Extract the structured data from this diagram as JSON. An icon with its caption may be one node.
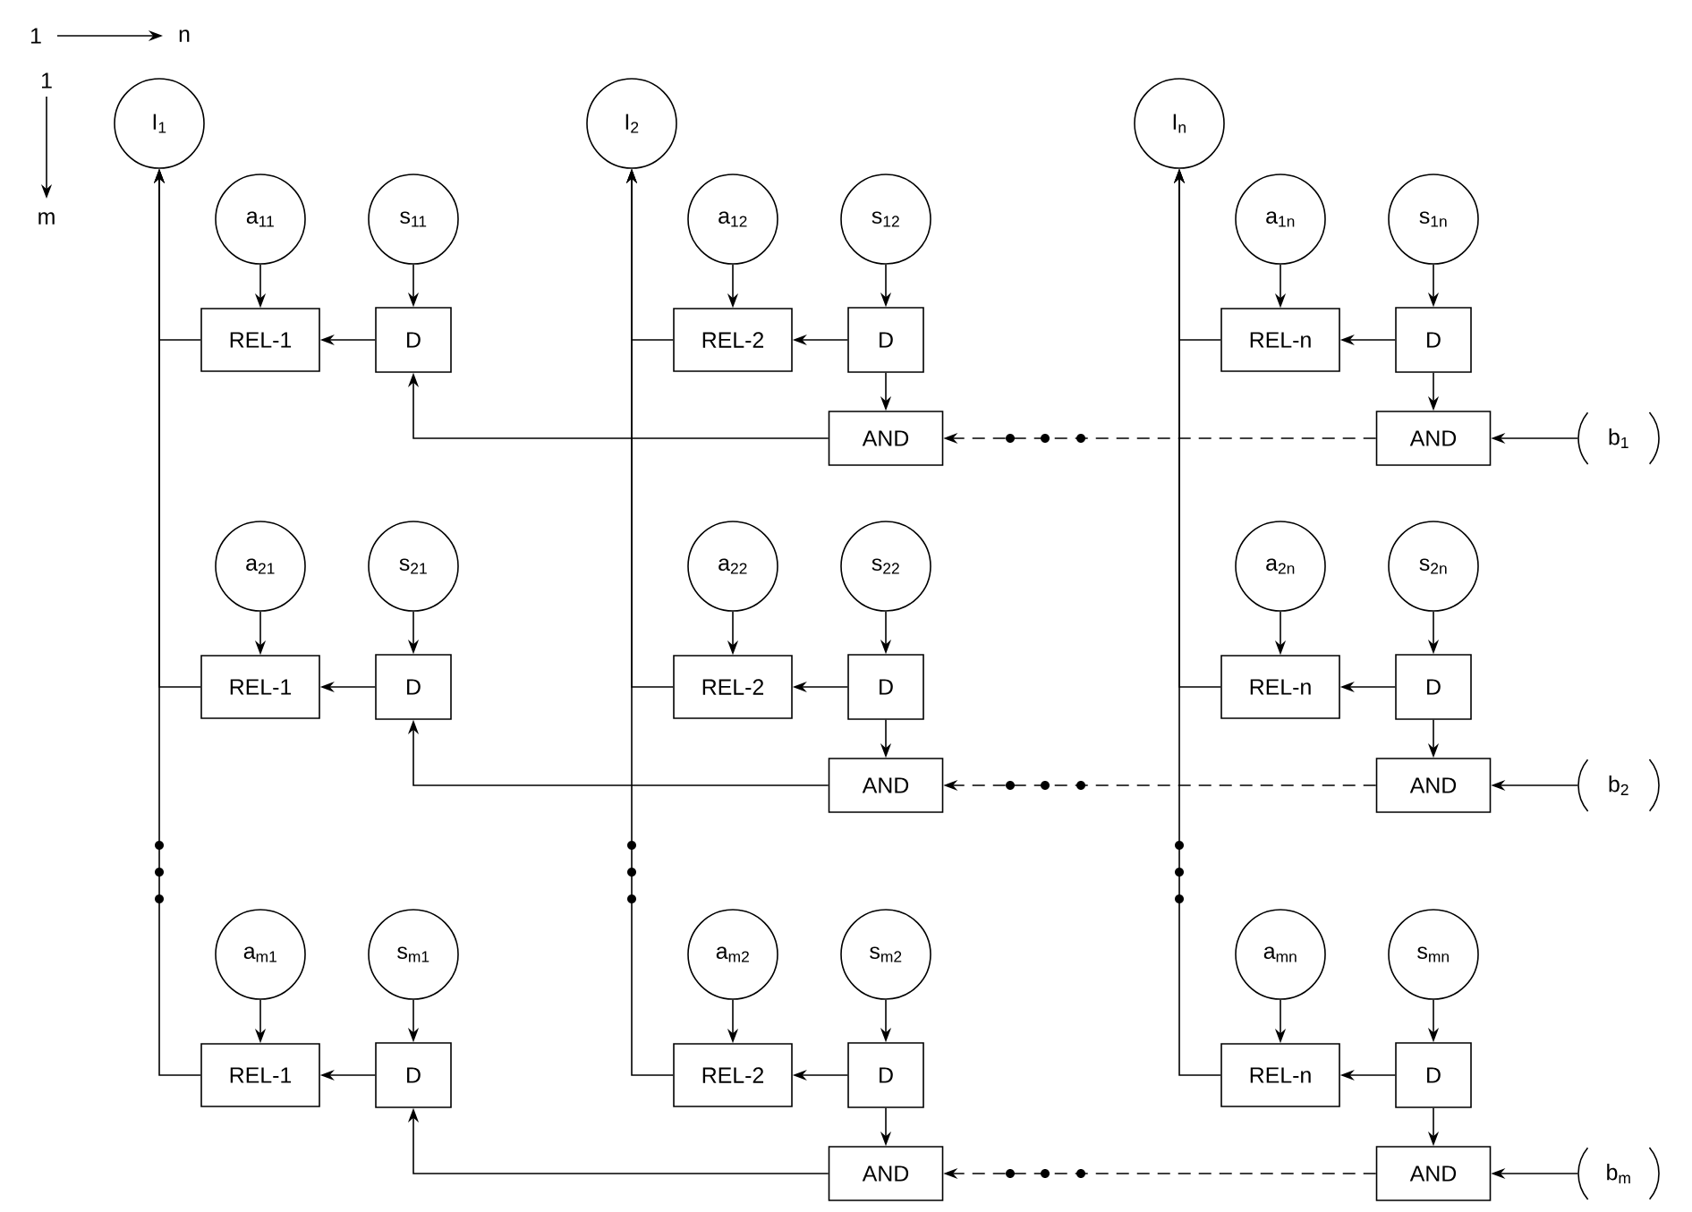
{
  "diagram": {
    "nodes": [
      {
        "text": [
          "I$_{1}$"
        ]
      },
      {
        "text": [
          "I$_{2}$"
        ]
      },
      {
        "text": [
          "I$_{n}$"
        ]
      },
      {
        "text": [
          "a$_{11}$"
        ]
      },
      {
        "text": [
          "s$_{11}$"
        ]
      },
      {
        "text": [
          "REL-1"
        ]
      },
      {
        "text": [
          "D"
        ]
      },
      {
        "text": [
          "a$_{12}$"
        ]
      },
      {
        "text": [
          "s$_{12}$"
        ]
      },
      {
        "text": [
          "REL-2"
        ]
      },
      {
        "text": [
          "D"
        ]
      },
      {
        "text": [
          "a$_{1n}$"
        ]
      },
      {
        "text": [
          "s$_{1n}$"
        ]
      },
      {
        "text": [
          "REL-n"
        ]
      },
      {
        "text": [
          "D"
        ]
      },
      {
        "text": [
          "a$_{21}$"
        ]
      },
      {
        "text": [
          "s$_{21}$"
        ]
      },
      {
        "text": [
          "REL-1"
        ]
      },
      {
        "text": [
          "D"
        ]
      },
      {
        "text": [
          "a$_{22}$"
        ]
      },
      {
        "text": [
          "s$_{22}$"
        ]
      },
      {
        "text": [
          "REL-2"
        ]
      },
      {
        "text": [
          "D"
        ]
      },
      {
        "text": [
          "a$_{2n}$"
        ]
      },
      {
        "text": [
          "s$_{2n}$"
        ]
      },
      {
        "text": [
          "REL-n"
        ]
      },
      {
        "text": [
          "D"
        ]
      },
      {
        "text": [
          "a$_{m1}$"
        ]
      },
      {
        "text": [
          "s$_{m1}$"
        ]
      },
      {
        "text": [
          "REL-1"
        ]
      },
      {
        "text": [
          "D"
        ]
      },
      {
        "text": [
          "a$_{m2}$"
        ]
      },
      {
        "text": [
          "s$_{m2}$"
        ]
      },
      {
        "text": [
          "REL-2"
        ]
      },
      {
        "text": [
          "D"
        ]
      },
      {
        "text": [
          "a$_{mn}$"
        ]
      },
      {
        "text": [
          "s$_{mn}$"
        ]
      },
      {
        "text": [
          "REL-n"
        ]
      },
      {
        "text": [
          "D"
        ]
      },
      {
        "text": [
          "AND"
        ]
      },
      {
        "text": [
          "AND"
        ]
      },
      {
        "text": [
          "AND"
        ]
      },
      {
        "text": [
          "AND"
        ]
      },
      {
        "text": [
          "AND"
        ]
      },
      {
        "text": [
          "AND"
        ]
      },
      {
        "text": [
          "b$_{1}$"
        ]
      },
      {
        "text": [
          "b$_{2}$"
        ]
      },
      {
        "text": [
          "b$_{m}$"
        ]
      }
    ],
    "edges": [
      {
        "from": 3,
        "to": 5,
        "arrow": "to"
      },
      {
        "from": 4,
        "to": 6,
        "arrow": "to"
      },
      {
        "from": 6,
        "to": 5,
        "arrow": "to"
      },
      {
        "from": 5,
        "to": 0,
        "arrow": "to"
      },
      {
        "from": 7,
        "to": 9,
        "arrow": "to"
      },
      {
        "from": 8,
        "to": 10,
        "arrow": "to"
      },
      {
        "from": 10,
        "to": 9,
        "arrow": "to"
      },
      {
        "from": 9,
        "to": 1,
        "arrow": "to"
      },
      {
        "from": 11,
        "to": 13,
        "arrow": "to"
      },
      {
        "from": 12,
        "to": 14,
        "arrow": "to"
      },
      {
        "from": 14,
        "to": 13,
        "arrow": "to"
      },
      {
        "from": 13,
        "to": 2,
        "arrow": "to"
      },
      {
        "from": 15,
        "to": 17,
        "arrow": "to"
      },
      {
        "from": 16,
        "to": 18,
        "arrow": "to"
      },
      {
        "from": 18,
        "to": 17,
        "arrow": "to"
      },
      {
        "from": 17,
        "to": 0,
        "arrow": "to"
      },
      {
        "from": 19,
        "to": 21,
        "arrow": "to"
      },
      {
        "from": 20,
        "to": 22,
        "arrow": "to"
      },
      {
        "from": 22,
        "to": 21,
        "arrow": "to"
      },
      {
        "from": 21,
        "to": 1,
        "arrow": "to"
      },
      {
        "from": 23,
        "to": 25,
        "arrow": "to"
      },
      {
        "from": 24,
        "to": 26,
        "arrow": "to"
      },
      {
        "from": 26,
        "to": 25,
        "arrow": "to"
      },
      {
        "from": 25,
        "to": 2,
        "arrow": "to"
      },
      {
        "from": 27,
        "to": 29,
        "arrow": "to"
      },
      {
        "from": 28,
        "to": 30,
        "arrow": "to"
      },
      {
        "from": 30,
        "to": 29,
        "arrow": "to"
      },
      {
        "from": 29,
        "to": 0,
        "arrow": "to"
      },
      {
        "from": 31,
        "to": 33,
        "arrow": "to"
      },
      {
        "from": 32,
        "to": 34,
        "arrow": "to"
      },
      {
        "from": 34,
        "to": 33,
        "arrow": "to"
      },
      {
        "from": 33,
        "to": 1,
        "arrow": "to"
      },
      {
        "from": 35,
        "to": 37,
        "arrow": "to"
      },
      {
        "from": 36,
        "to": 38,
        "arrow": "to"
      },
      {
        "from": 38,
        "to": 37,
        "arrow": "to"
      },
      {
        "from": 37,
        "to": 2,
        "arrow": "to"
      },
      {
        "from": 10,
        "to": 39,
        "arrow": "to"
      },
      {
        "from": 14,
        "to": 40,
        "arrow": "to"
      },
      {
        "from": 39,
        "to": 6,
        "arrow": "to"
      },
      {
        "from": 40,
        "to": 39,
        "arrow": "to",
        "style": "dashed"
      },
      {
        "from": 45,
        "to": 40,
        "arrow": "to"
      },
      {
        "from": 22,
        "to": 41,
        "arrow": "to"
      },
      {
        "from": 26,
        "to": 42,
        "arrow": "to"
      },
      {
        "from": 41,
        "to": 18,
        "arrow": "to"
      },
      {
        "from": 42,
        "to": 41,
        "arrow": "to",
        "style": "dashed"
      },
      {
        "from": 46,
        "to": 42,
        "arrow": "to"
      },
      {
        "from": 34,
        "to": 43,
        "arrow": "to"
      },
      {
        "from": 38,
        "to": 44,
        "arrow": "to"
      },
      {
        "from": 43,
        "to": 30,
        "arrow": "to"
      },
      {
        "from": 44,
        "to": 43,
        "arrow": "to",
        "style": "dashed"
      },
      {
        "from": 47,
        "to": 44,
        "arrow": "to"
      }
    ],
    "labels": [
      "1",
      "n",
      "1",
      "m"
    ]
  }
}
